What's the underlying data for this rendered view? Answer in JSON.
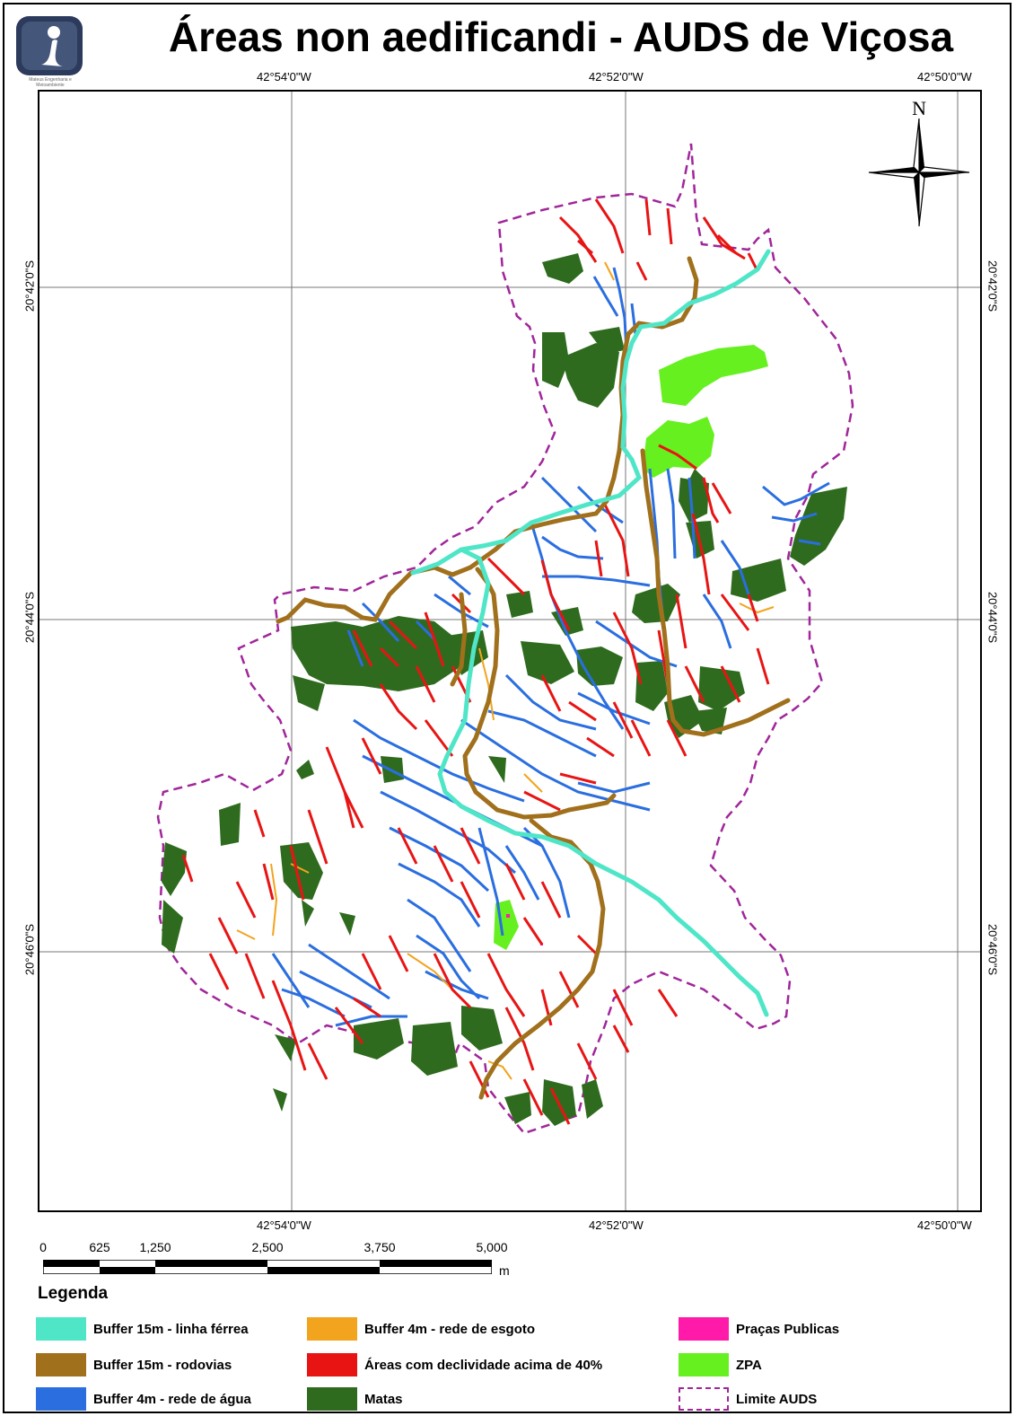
{
  "title": "Áreas non aedificandi - AUDS de Viçosa",
  "logo": {
    "icon": "i-logo-icon",
    "caption": "Mateus Engenharia e Meioambiente"
  },
  "colors": {
    "buffer_ferrea": "#4fe6c8",
    "buffer_rodovias": "#a0701c",
    "buffer_agua": "#2a6ee0",
    "buffer_esgoto": "#f2a41e",
    "declividade": "#e81414",
    "matas": "#2f6b1e",
    "pracas": "#ff1aaa",
    "zpa": "#66f020",
    "limite": "#a0269a"
  },
  "graticule": {
    "top_longitudes": [
      "42°54'0\"W",
      "42°52'0\"W",
      "42°50'0\"W"
    ],
    "bottom_longitudes": [
      "42°54'0\"W",
      "42°52'0\"W",
      "42°50'0\"W"
    ],
    "latitudes": [
      "20°42'0\"S",
      "20°44'0\"S",
      "20°46'0\"S"
    ]
  },
  "north_arrow": {
    "label": "N",
    "icon": "north-arrow-icon"
  },
  "scale": {
    "labels": [
      "0",
      "625",
      "1,250",
      "2,500",
      "3,750",
      "5,000"
    ],
    "unit": "m"
  },
  "legend": {
    "title": "Legenda",
    "items": [
      {
        "label": "Buffer 15m - linha férrea",
        "color_key": "buffer_ferrea"
      },
      {
        "label": "Buffer  15m - rodovias",
        "color_key": "buffer_rodovias"
      },
      {
        "label": "Buffer 4m - rede de água",
        "color_key": "buffer_agua"
      },
      {
        "label": "Buffer 4m - rede de esgoto",
        "color_key": "buffer_esgoto"
      },
      {
        "label": "Áreas com declividade acima de 40%",
        "color_key": "declividade"
      },
      {
        "label": "Matas",
        "color_key": "matas"
      },
      {
        "label": "Praças Publicas",
        "color_key": "pracas"
      },
      {
        "label": "ZPA",
        "color_key": "zpa"
      },
      {
        "label": "Limite AUDS",
        "color_key": "limite"
      }
    ]
  }
}
